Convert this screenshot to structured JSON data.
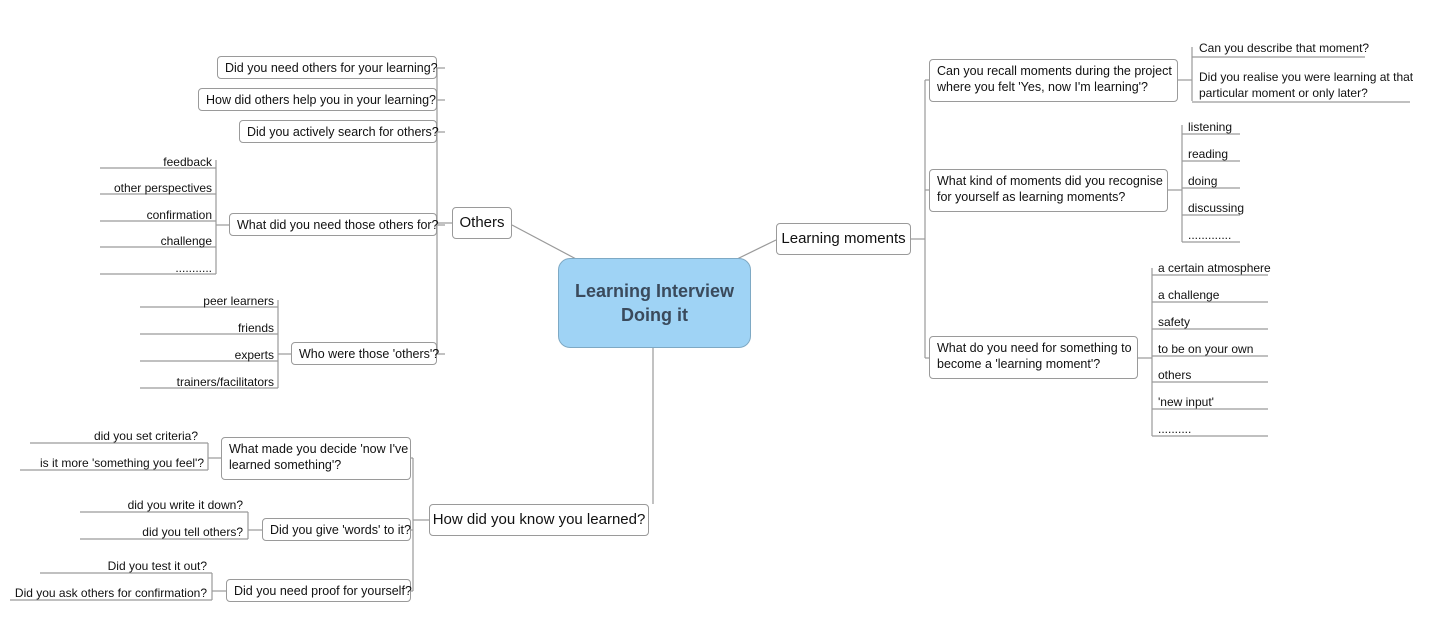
{
  "root": {
    "line1": "Learning Interview",
    "line2": "Doing it"
  },
  "others": {
    "label": "Others",
    "q1": "Did you need others for your learning?",
    "q2": "How did others help you in your learning?",
    "q3": "Did you actively search for others?",
    "q4": {
      "label": "What did you need those others for?",
      "items": [
        "feedback",
        "other perspectives",
        "confirmation",
        "challenge",
        "..........."
      ]
    },
    "q5": {
      "label": "Who were those 'others'?",
      "items": [
        "peer learners",
        "friends",
        "experts",
        "trainers/facilitators"
      ]
    }
  },
  "learning": {
    "label": "Learning moments",
    "q1": {
      "line1": "Can you recall moments during the project",
      "line2": "where you felt 'Yes, now I'm learning'?",
      "items": [
        "Can you describe that moment?",
        "Did you realise you were learning at that",
        "particular moment or only later?"
      ]
    },
    "q2": {
      "line1": "What kind of moments did you recognise",
      "line2": "for yourself as learning moments?",
      "items": [
        "listening",
        "reading",
        "doing",
        "discussing",
        "............."
      ]
    },
    "q3": {
      "line1": "What do you need for something to",
      "line2": "become a 'learning moment'?",
      "items": [
        "a certain atmosphere",
        "a challenge",
        "safety",
        "to be on your own",
        "others",
        "'new input'",
        ".........."
      ]
    }
  },
  "know": {
    "label": "How did you know you learned?",
    "q1": {
      "line1": "What made you decide 'now I've",
      "line2": "learned something'?",
      "items": [
        "did you set criteria?",
        "is it more 'something you feel'?"
      ]
    },
    "q2": {
      "label": "Did you give 'words' to it?",
      "items": [
        "did you write it down?",
        "did you tell others?"
      ]
    },
    "q3": {
      "label": "Did you need proof for yourself?",
      "items": [
        "Did you test it out?",
        "Did you ask others for confirmation?"
      ]
    }
  }
}
